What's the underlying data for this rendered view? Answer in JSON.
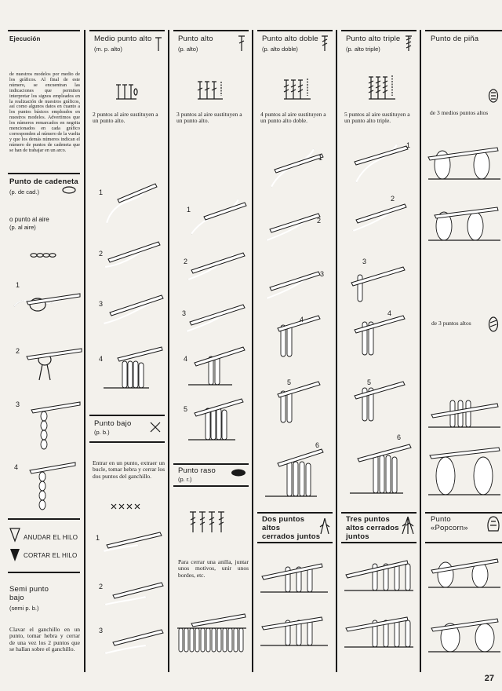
{
  "page_number": "27",
  "sidebar": {
    "heading": "Ejecución",
    "intro": "de nuestros modelos por medio de los gráficos. Al final de este número, se encuentran las indicaciones que permiten interpretar los signos empleados en la realización de nuestros gráficos, así como algunos datos en cuanto a los puntos básicos empleados en nuestros modelos. Advertimos que los números remarcados en negrita mencionados en cada gráfico corresponden al número de la vuelta y que los demás números indican el número de puntos de cadeneta que se han de trabajar en un arco.",
    "cadeneta": {
      "title": "Punto de cadeneta",
      "abbr": "(p. de cad.)",
      "alt": "o punto al aire",
      "alt_abbr": "(p. al aire)"
    },
    "anudar": "ANUDAR EL HILO",
    "cortar": "CORTAR EL HILO",
    "semi": {
      "title_1": "Semi punto",
      "title_2": "bajo",
      "abbr": "(semi p. b.)",
      "desc": "Clavar el ganchillo en un punto, tomar hebra y cerrar de una vez los 2 puntos que se hallan sobre el ganchillo."
    }
  },
  "columns": [
    {
      "title": "Medio punto alto",
      "abbr": "(m. p. alto)",
      "desc": "2 puntos al aire sustituyen a un punto alto.",
      "steps": [
        "1",
        "2",
        "3",
        "4"
      ]
    },
    {
      "title": "Punto alto",
      "abbr": "(p. alto)",
      "desc": "3 puntos al aire sustituyen a un punto alto.",
      "steps": [
        "1",
        "2",
        "3",
        "4",
        "5"
      ]
    },
    {
      "title": "Punto alto doble",
      "abbr": "(p. alto doble)",
      "desc": "4 puntos al aire sustituyen a un punto alto doble.",
      "steps": [
        "1",
        "2",
        "3",
        "4",
        "5",
        "6"
      ]
    },
    {
      "title": "Punto alto triple",
      "abbr": "(p. alto triple)",
      "desc": "5 puntos al aire sustituyen a un punto alto triple.",
      "steps": [
        "1",
        "2",
        "3",
        "4",
        "5",
        "6"
      ]
    },
    {
      "title": "Punto de piña",
      "desc_a": "de 3 medios puntos altos",
      "desc_b": "de 3 puntos altos"
    }
  ],
  "bajo": {
    "title": "Punto bajo",
    "abbr": "(p. b.)",
    "desc": "Entrar en un punto, extraer un bucle, tomar hebra y cerrar los dos puntos del ganchillo.",
    "steps": [
      "1",
      "2",
      "3"
    ]
  },
  "raso": {
    "title": "Punto raso",
    "abbr": "(p. r.)",
    "desc": "Para cerrar una anilla, juntar unos motivos, unir unos bordes, etc."
  },
  "dos_juntos": {
    "title_1": "Dos puntos",
    "title_2": "altos",
    "title_3": "cerrados juntos"
  },
  "tres_juntos": {
    "title_1": "Tres puntos",
    "title_2": "altos cerrados",
    "title_3": "juntos"
  },
  "popcorn": {
    "title_1": "Punto",
    "title_2": "«Popcorn»"
  }
}
